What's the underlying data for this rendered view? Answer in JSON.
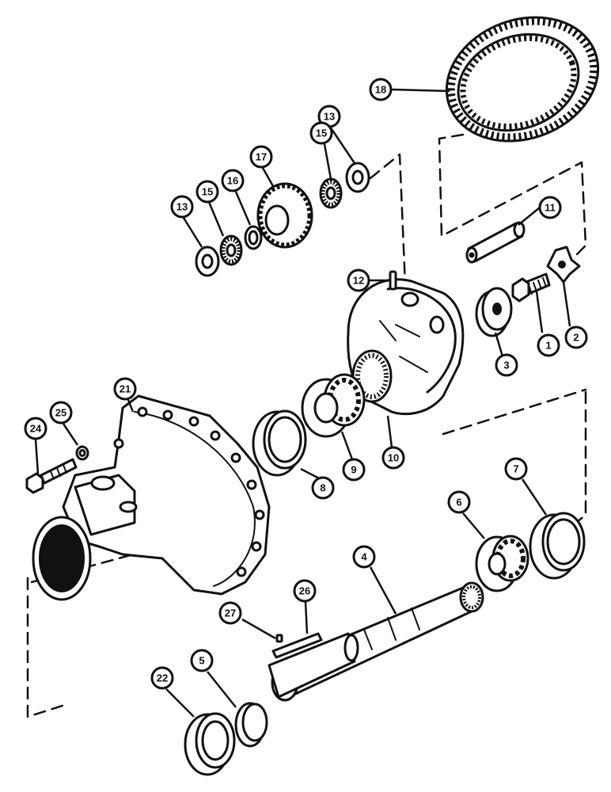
{
  "callouts": [
    {
      "id": "c1",
      "label": "1"
    },
    {
      "id": "c2",
      "label": "2"
    },
    {
      "id": "c3",
      "label": "3"
    },
    {
      "id": "c4",
      "label": "4"
    },
    {
      "id": "c5",
      "label": "5"
    },
    {
      "id": "c6",
      "label": "6"
    },
    {
      "id": "c7",
      "label": "7"
    },
    {
      "id": "c8",
      "label": "8"
    },
    {
      "id": "c9",
      "label": "9"
    },
    {
      "id": "c10",
      "label": "10"
    },
    {
      "id": "c11",
      "label": "11"
    },
    {
      "id": "c12",
      "label": "12"
    },
    {
      "id": "c13a",
      "label": "13"
    },
    {
      "id": "c13b",
      "label": "13"
    },
    {
      "id": "c15a",
      "label": "15"
    },
    {
      "id": "c15b",
      "label": "15"
    },
    {
      "id": "c16",
      "label": "16"
    },
    {
      "id": "c17",
      "label": "17"
    },
    {
      "id": "c18",
      "label": "18"
    },
    {
      "id": "c21",
      "label": "21"
    },
    {
      "id": "c22",
      "label": "22"
    },
    {
      "id": "c24",
      "label": "24"
    },
    {
      "id": "c25",
      "label": "25"
    },
    {
      "id": "c26",
      "label": "26"
    },
    {
      "id": "c27",
      "label": "27"
    }
  ],
  "colors": {
    "ink": "#111111",
    "paper": "#ffffff"
  }
}
